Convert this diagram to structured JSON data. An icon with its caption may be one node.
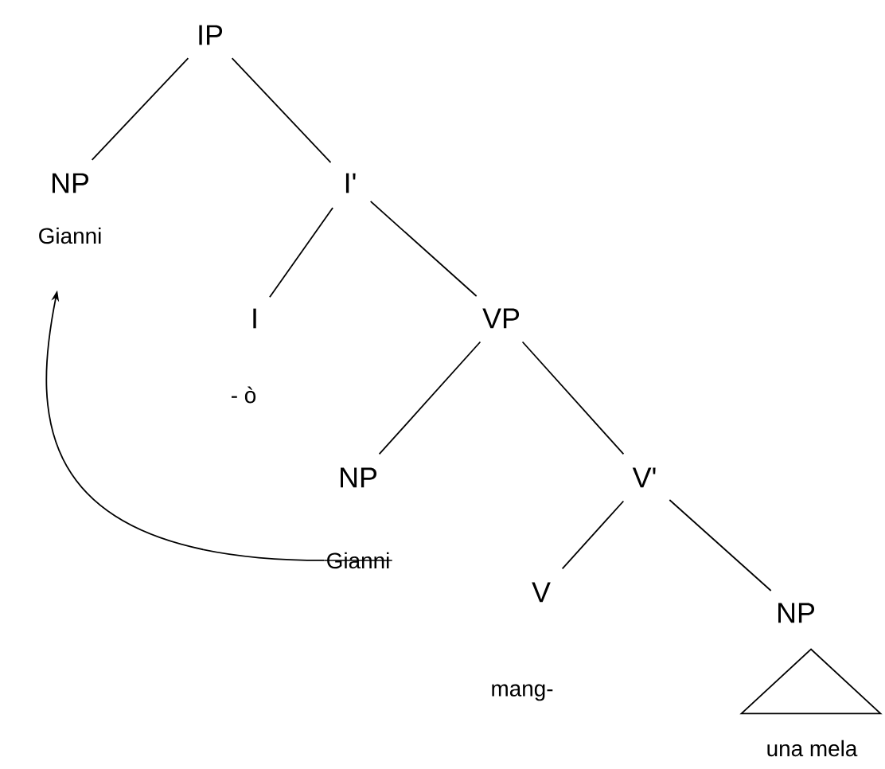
{
  "diagram": {
    "nodes": [
      {
        "text": [
          "IP"
        ]
      },
      {
        "text": [
          "NP"
        ]
      },
      {
        "text": [
          "I'"
        ]
      },
      {
        "text": [
          "Gianni"
        ]
      },
      {
        "text": [
          "I"
        ]
      },
      {
        "text": [
          "VP"
        ]
      },
      {
        "text": [
          "- ò"
        ]
      },
      {
        "text": [
          "NP"
        ]
      },
      {
        "text": [
          "V'"
        ]
      },
      {
        "text": [
          "Gianni"
        ]
      },
      {
        "text": [
          "V"
        ]
      },
      {
        "text": [
          "NP"
        ]
      },
      {
        "text": [
          "mang-"
        ]
      },
      {
        "text": [
          "una mela"
        ]
      },
      {
        "text": [],
        "shape": "triangle"
      }
    ],
    "edges": [
      {
        "from": 0,
        "to": 1,
        "arrow": "none"
      },
      {
        "from": 0,
        "to": 2,
        "arrow": "none"
      },
      {
        "from": 2,
        "to": 4,
        "arrow": "none"
      },
      {
        "from": 2,
        "to": 5,
        "arrow": "none"
      },
      {
        "from": 5,
        "to": 7,
        "arrow": "none"
      },
      {
        "from": 5,
        "to": 8,
        "arrow": "none"
      },
      {
        "from": 8,
        "to": 10,
        "arrow": "none"
      },
      {
        "from": 8,
        "to": 11,
        "arrow": "none"
      },
      {
        "from": 9,
        "to": 3,
        "arrow": "to"
      }
    ]
  }
}
